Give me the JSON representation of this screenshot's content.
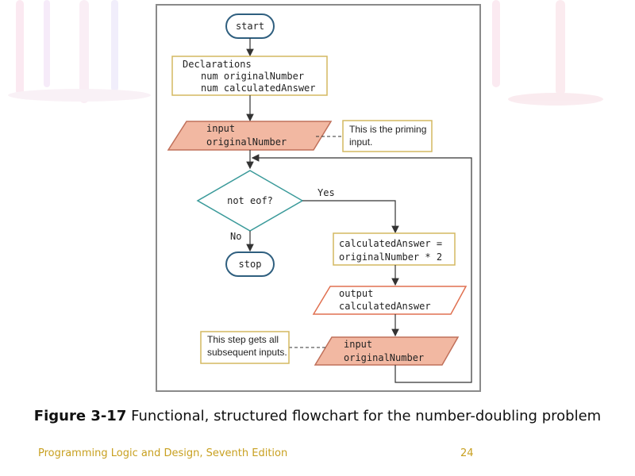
{
  "flowchart": {
    "start": "start",
    "declarations": [
      "Declarations",
      "num originalNumber",
      "num calculatedAnswer"
    ],
    "priming_input": [
      "input",
      "originalNumber"
    ],
    "priming_note": [
      "This is the priming",
      "input."
    ],
    "decision": "not eof?",
    "yes_label": "Yes",
    "no_label": "No",
    "stop": "stop",
    "process": [
      "calculatedAnswer =",
      "originalNumber * 2"
    ],
    "output": [
      "output",
      "calculatedAnswer"
    ],
    "loop_input": [
      "input",
      "originalNumber"
    ],
    "loop_note": [
      "This step gets all",
      "subsequent inputs."
    ]
  },
  "caption": {
    "figure_number": "Figure 3-17",
    "text": " Functional, structured flowchart for the number-doubling problem"
  },
  "footer": {
    "book": "Programming Logic and Design, Seventh Edition",
    "page": "24"
  },
  "colors": {
    "terminal_border": "#2f5f7f",
    "decision_border": "#3a9a9a",
    "io_fill": "#f2b8a2",
    "io_border": "#c0705a",
    "box_border": "#d4b860",
    "output_border": "#e07050",
    "footer_text": "#c8a020"
  }
}
